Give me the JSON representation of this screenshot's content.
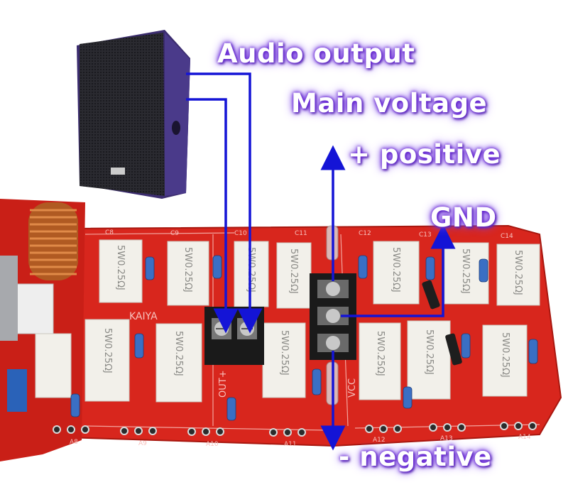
{
  "labels": {
    "audio_output": "Audio output",
    "main_voltage": "Main voltage",
    "positive": "+  positive",
    "gnd": "GND",
    "negative": "-  negative"
  },
  "resistor_marking": "5W0.25ΩJ",
  "board_labels": {
    "cap_c8": "C8",
    "cap_c9": "C9",
    "cap_c10": "C10",
    "cap_c11": "C11",
    "cap_c12": "C12",
    "cap_c13": "C13",
    "cap_c14": "C14",
    "a8": "A8",
    "a9": "A9",
    "a10": "A10",
    "a11": "A11",
    "a12": "A12",
    "a13": "A13",
    "a14": "A14",
    "out_plus": "OUT+",
    "vcc": "VCC",
    "brand": "KAIYA"
  },
  "colors": {
    "board": "#d8261d",
    "arrow": "#1414d6",
    "label_glow": "#6a2bd6",
    "resistor": "#f2f0ea",
    "terminal": "#1a1a1a"
  }
}
